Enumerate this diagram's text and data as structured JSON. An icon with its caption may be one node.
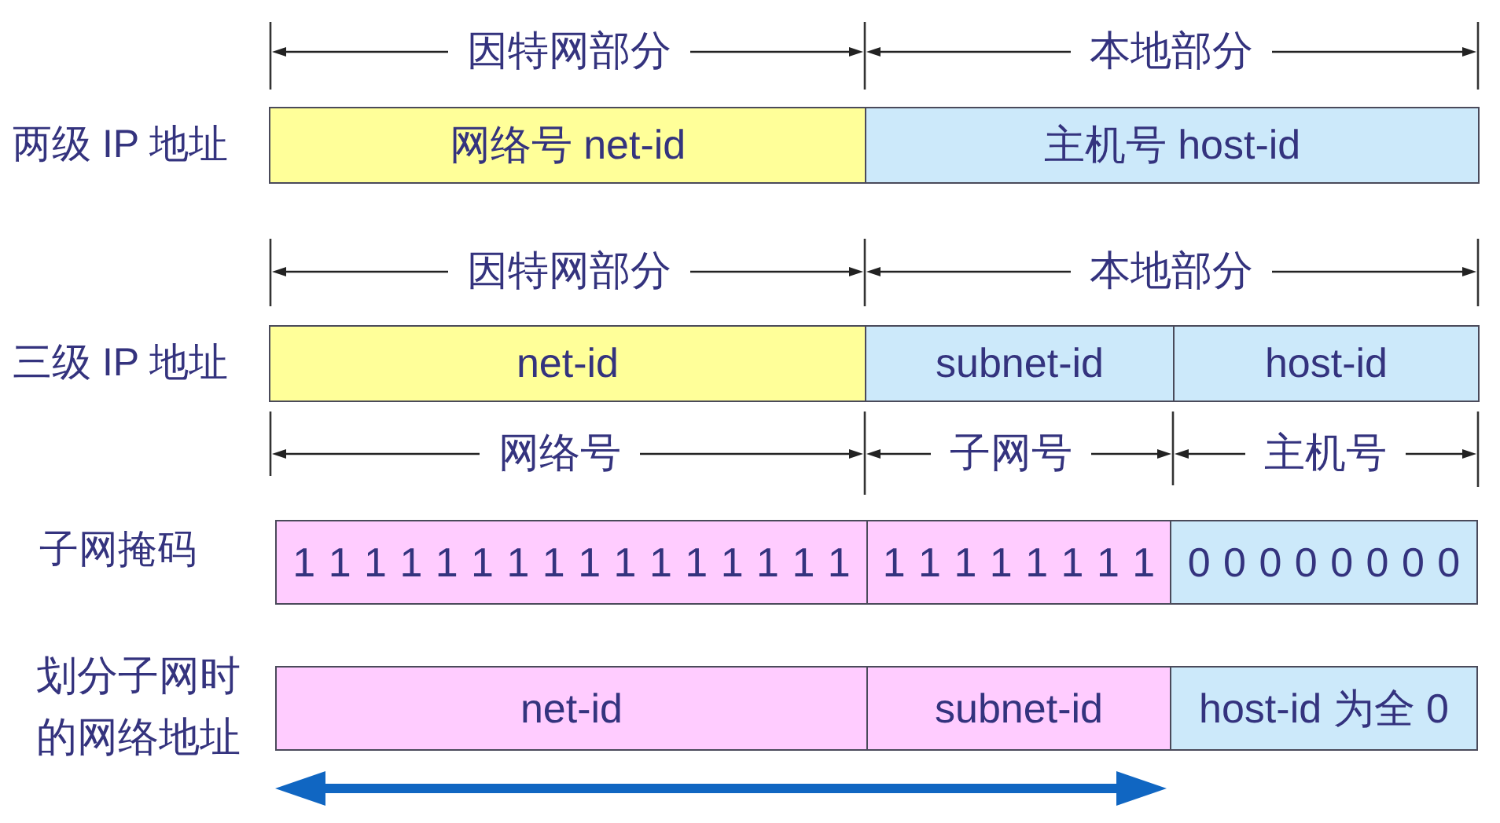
{
  "diagram": {
    "nodes": [
      {
        "text": [
          "网络号 net-id"
        ]
      },
      {
        "text": [
          "主机号 host-id"
        ]
      },
      {
        "text": [
          "net-id"
        ]
      },
      {
        "text": [
          "subnet-id"
        ]
      },
      {
        "text": [
          "host-id"
        ]
      },
      {
        "text": [
          "1 1 1 1 1 1 1 1 1 1 1 1 1 1 1 1"
        ]
      },
      {
        "text": [
          "1 1 1 1 1 1 1 1"
        ]
      },
      {
        "text": [
          "0 0 0 0 0 0 0 0"
        ]
      },
      {
        "text": [
          "net-id"
        ]
      },
      {
        "text": [
          "subnet-id"
        ]
      },
      {
        "text": [
          "host-id 为全 0"
        ]
      }
    ],
    "labels": [
      "因特网部分",
      "本地部分",
      "两级 IP 地址",
      "因特网部分",
      "本地部分",
      "三级 IP 地址",
      "网络号",
      "子网号",
      "主机号",
      "子网掩码",
      "划分子网时的网络地址"
    ]
  }
}
